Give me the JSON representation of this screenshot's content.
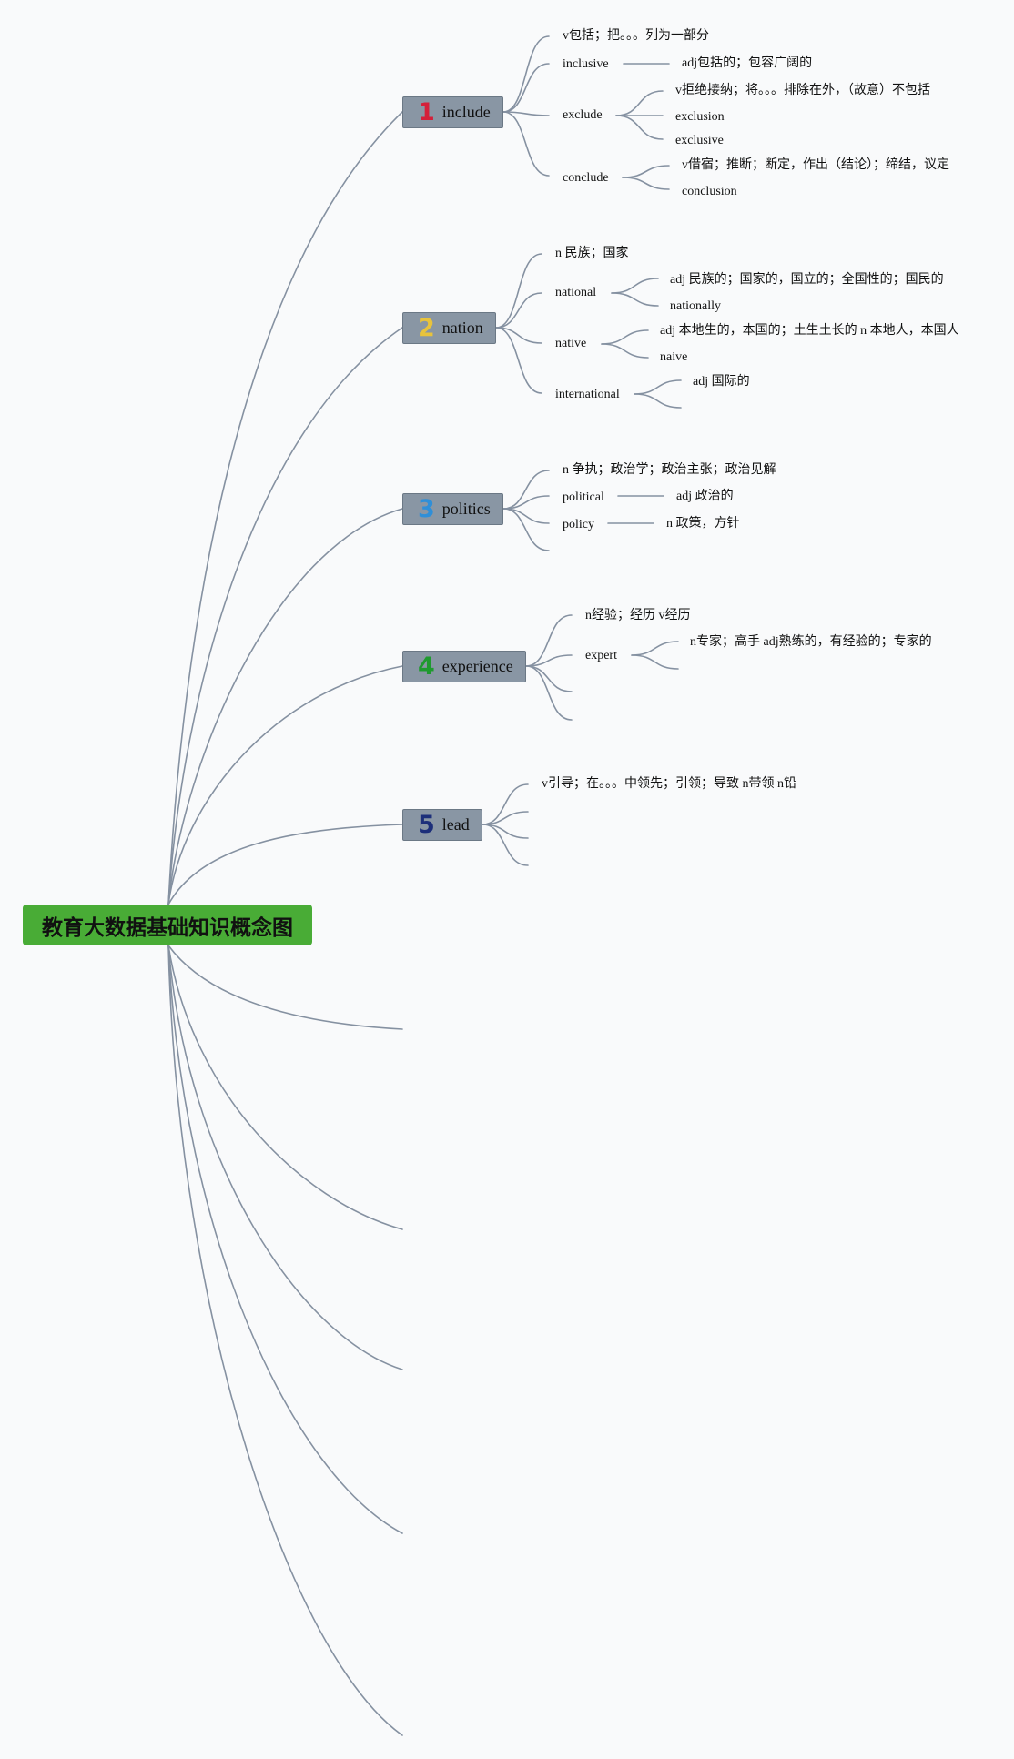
{
  "root": {
    "title": "教育大数据基础知识概念图",
    "color": "#49ac36"
  },
  "colors": {
    "line": "#8591a1",
    "topic_bg": "#8996a4"
  },
  "topics": [
    {
      "num": "1",
      "label": "include",
      "num_color": "#d4203a",
      "items": [
        {
          "label": "v包括；把。。。列为一部分",
          "children": []
        },
        {
          "label": "inclusive",
          "children": [
            "adj包括的；包容广阔的"
          ]
        },
        {
          "label": "exclude",
          "children": [
            "v拒绝接纳；将。。。排除在外，（故意）不包括",
            "exclusion",
            "exclusive"
          ]
        },
        {
          "label": "conclude",
          "children": [
            "v借宿；推断；断定，作出（结论）；缔结，议定",
            "conclusion"
          ]
        }
      ]
    },
    {
      "num": "2",
      "label": "nation",
      "num_color": "#e8c33c",
      "items": [
        {
          "label": "n 民族；国家",
          "children": []
        },
        {
          "label": "national",
          "children": [
            "adj 民族的；国家的，国立的；全国性的；国民的",
            "nationally"
          ]
        },
        {
          "label": "native",
          "children": [
            "adj 本地生的，本国的；土生土长的 n 本地人，本国人",
            "naive"
          ]
        },
        {
          "label": "international",
          "children": [
            "adj 国际的",
            ""
          ]
        }
      ]
    },
    {
      "num": "3",
      "label": "politics",
      "num_color": "#2f8fd8",
      "items": [
        {
          "label": "n 争执；政治学；政治主张；政治见解",
          "children": []
        },
        {
          "label": "political",
          "children": [
            "adj 政治的"
          ]
        },
        {
          "label": "policy",
          "children": [
            "n 政策，方针"
          ]
        },
        {
          "label": "",
          "children": []
        }
      ]
    },
    {
      "num": "4",
      "label": "experience",
      "num_color": "#1f9a2f",
      "items": [
        {
          "label": "n经验；经历 v经历",
          "children": []
        },
        {
          "label": "expert",
          "children": [
            "n专家；高手 adj熟练的，有经验的；专家的",
            ""
          ]
        },
        {
          "label": "",
          "children": []
        },
        {
          "label": "",
          "children": []
        }
      ]
    },
    {
      "num": "5",
      "label": "lead",
      "num_color": "#1d2f7a",
      "items": [
        {
          "label": "v引导；在。。。中领先；引领；导致 n带领 n铅",
          "children": []
        },
        {
          "label": "",
          "children": []
        },
        {
          "label": "",
          "children": []
        },
        {
          "label": "",
          "children": []
        }
      ]
    }
  ]
}
